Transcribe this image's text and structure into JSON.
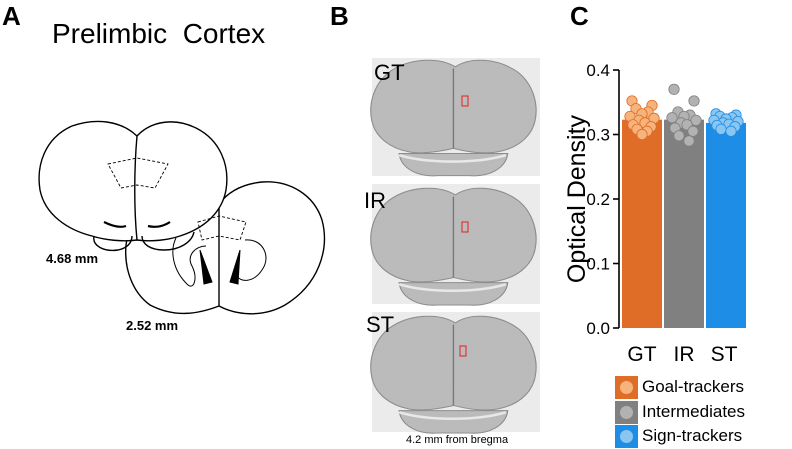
{
  "panels": {
    "a": {
      "letter": "A",
      "title": "Prelimbic  Cortex",
      "label_upper": "4.68 mm",
      "label_lower": "2.52 mm"
    },
    "b": {
      "letter": "B",
      "slices": [
        {
          "label": "GT"
        },
        {
          "label": "IR"
        },
        {
          "label": "ST"
        }
      ],
      "caption": "4.2 mm from bregma"
    },
    "c": {
      "letter": "C"
    }
  },
  "colors": {
    "goal": "#df6c27",
    "goal_dot": "#f6b47c",
    "inter": "#808080",
    "inter_dot": "#b2b2b2",
    "sign": "#1e8de6",
    "sign_dot": "#8bc6f2",
    "roi": "#e02020"
  },
  "chart_data": {
    "type": "bar",
    "categories": [
      "GT",
      "IR",
      "ST"
    ],
    "values": [
      0.323,
      0.323,
      0.318
    ],
    "ylabel": "Optical Density",
    "ylim": [
      0.0,
      0.4
    ],
    "yticks": [
      "0.0",
      "0.1",
      "0.2",
      "0.3",
      "0.4"
    ],
    "grid": false,
    "legend_position": "bottom-right",
    "legend": [
      {
        "label": "Goal-trackers",
        "color_key": "goal"
      },
      {
        "label": "Intermediates",
        "color_key": "inter"
      },
      {
        "label": "Sign-trackers",
        "color_key": "sign"
      }
    ],
    "points": [
      [
        0.352,
        0.345,
        0.34,
        0.335,
        0.332,
        0.328,
        0.325,
        0.322,
        0.318,
        0.315,
        0.312,
        0.308,
        0.305,
        0.3
      ],
      [
        0.37,
        0.352,
        0.335,
        0.33,
        0.328,
        0.326,
        0.322,
        0.318,
        0.315,
        0.31,
        0.305,
        0.298,
        0.29
      ],
      [
        0.332,
        0.33,
        0.328,
        0.326,
        0.324,
        0.322,
        0.32,
        0.318,
        0.316,
        0.314,
        0.312,
        0.308,
        0.305
      ]
    ]
  }
}
